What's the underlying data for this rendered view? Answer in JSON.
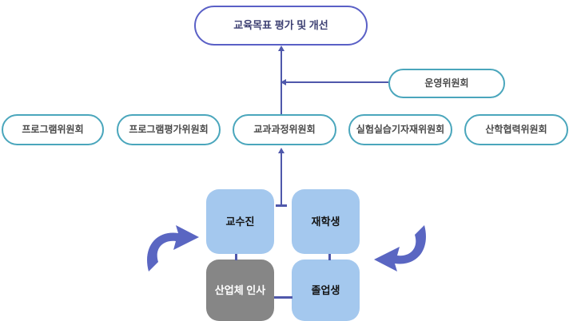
{
  "diagram": {
    "title_box": {
      "label": "교육목표 평가 및 개선"
    },
    "operating_box": {
      "label": "운영위원회"
    },
    "committees": [
      {
        "label": "프로그램위원회"
      },
      {
        "label": "프로그램평가위원회"
      },
      {
        "label": "교과과정위원회"
      },
      {
        "label": "실험실습기자재위원회"
      },
      {
        "label": "산학협력위원회"
      }
    ],
    "stakeholders": [
      {
        "label": "교수진",
        "style": "blue"
      },
      {
        "label": "재학생",
        "style": "blue"
      },
      {
        "label": "산업체 인사",
        "style": "gray"
      },
      {
        "label": "졸업생",
        "style": "blue"
      }
    ],
    "icons": {
      "left": "curved-cycle-arrow-pointing-right",
      "right": "curved-cycle-arrow-pointing-left"
    },
    "colors": {
      "purple_border": "#5a60c6",
      "teal_border": "#4aa6bc",
      "light_blue_fill": "#a4c8ee",
      "gray_fill": "#868686",
      "connector_line": "#4f58ab",
      "swoosh_arrow": "#5a66c2",
      "text_dark": "#4a4a4a",
      "text_navy": "#3d4073"
    }
  }
}
